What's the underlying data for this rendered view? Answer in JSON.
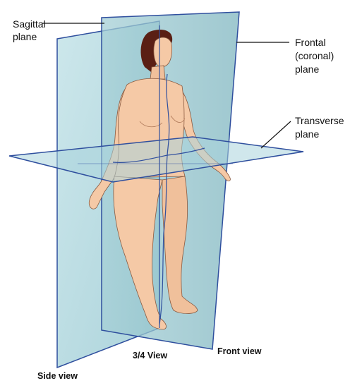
{
  "labels": {
    "sagittal_line1": "Sagittal",
    "sagittal_line2": "plane",
    "frontal_line1": "Frontal",
    "frontal_line2": "(coronal)",
    "frontal_line3": "plane",
    "transverse_line1": "Transverse",
    "transverse_line2": "plane",
    "three_quarter_view": "3/4 View",
    "front_view": "Front view",
    "side_view": "Side view"
  },
  "colors": {
    "plane_fill": "#a9d4dc",
    "plane_edge": "#2f4f9e",
    "skin": "#f5c9a6",
    "hair": "#5a1f14"
  }
}
